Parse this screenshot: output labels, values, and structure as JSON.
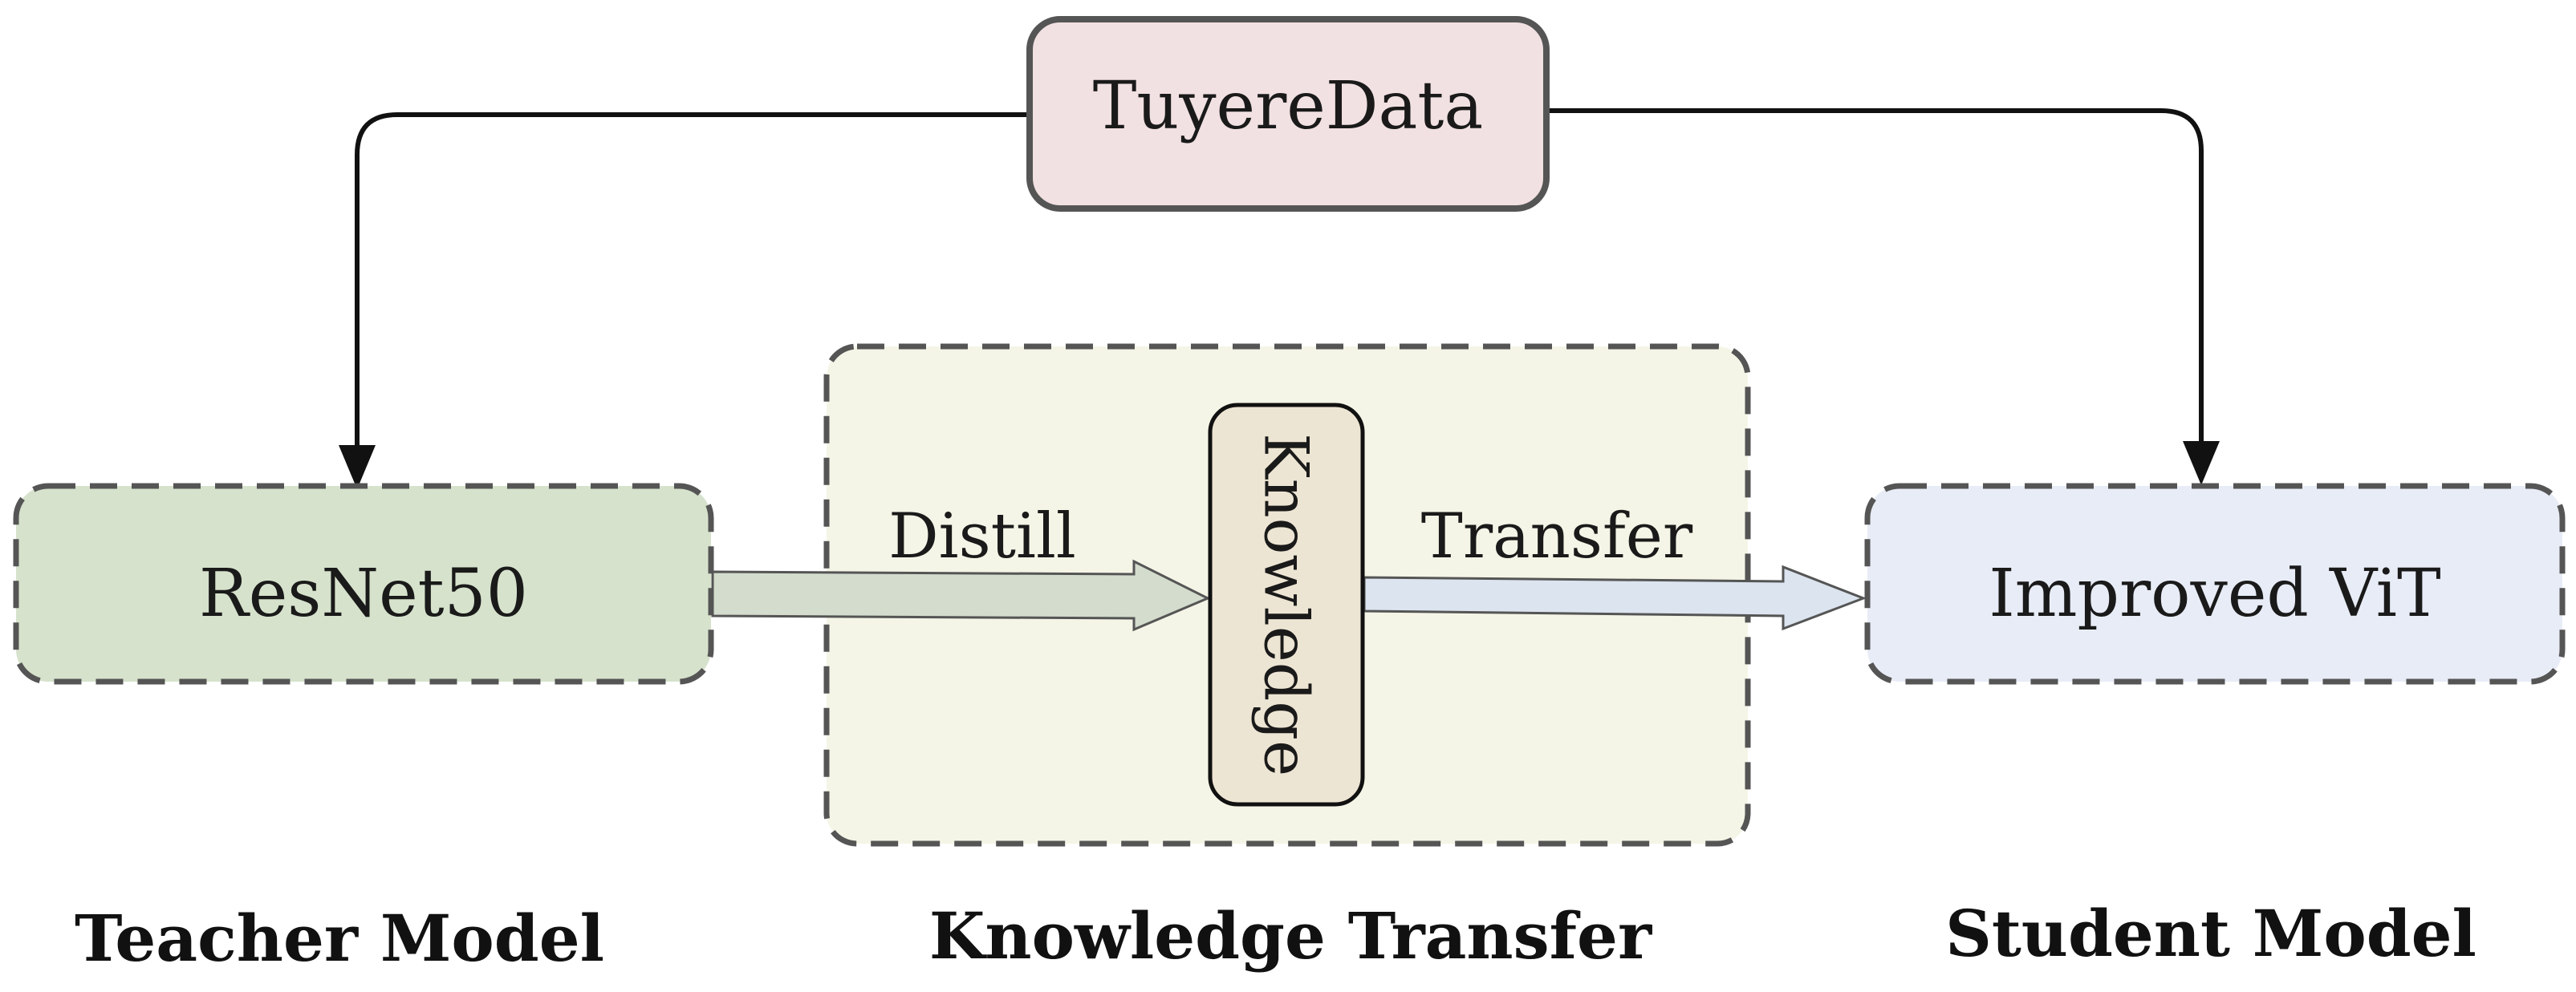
{
  "nodes": {
    "data_source": {
      "label": "TuyereData",
      "fill": "#f2e1e2"
    },
    "teacher": {
      "label": "ResNet50",
      "fill": "#d6e2cc"
    },
    "knowledge": {
      "label": "Knowledge",
      "fill": "#ede5d3"
    },
    "student": {
      "label": "Improved ViT",
      "fill": "#e8ecf6"
    },
    "transfer_region": {
      "fill": "#f5f5e7"
    }
  },
  "edges": {
    "distill": {
      "label": "Distill",
      "fill": "#d3dccd"
    },
    "transfer": {
      "label": "Transfer",
      "fill": "#dbe4ef"
    }
  },
  "captions": {
    "teacher": "Teacher Model",
    "knowledge_transfer": "Knowledge Transfer",
    "student": "Student Model"
  },
  "colors": {
    "border": "#555555",
    "line": "#111111"
  }
}
